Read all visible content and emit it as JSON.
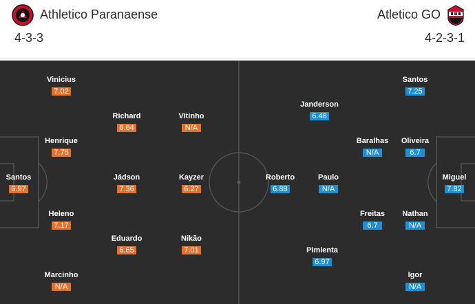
{
  "home": {
    "name": "Athletico Paranaense",
    "formation": "4-3-3",
    "logo_icon": "athletico-paranaense-crest",
    "accent": "#e8702a",
    "players": [
      {
        "name": "Santos",
        "rating": "6.97"
      },
      {
        "name": "Vinicius",
        "rating": "7.02"
      },
      {
        "name": "Henrique",
        "rating": "7.75"
      },
      {
        "name": "Heleno",
        "rating": "7.17"
      },
      {
        "name": "Marcinho",
        "rating": "N/A"
      },
      {
        "name": "Richard",
        "rating": "6.84"
      },
      {
        "name": "Jádson",
        "rating": "7.36"
      },
      {
        "name": "Eduardo",
        "rating": "6.65"
      },
      {
        "name": "Vitinho",
        "rating": "N/A"
      },
      {
        "name": "Kayzer",
        "rating": "6.27"
      },
      {
        "name": "Nikão",
        "rating": "7.01"
      }
    ]
  },
  "away": {
    "name": "Atletico GO",
    "formation": "4-2-3-1",
    "logo_icon": "atletico-go-crest",
    "accent": "#1f8fd6",
    "players": [
      {
        "name": "Miguel",
        "rating": "7.82"
      },
      {
        "name": "Santos",
        "rating": "7.25"
      },
      {
        "name": "Oliveira",
        "rating": "6.7"
      },
      {
        "name": "Nathan",
        "rating": "N/A"
      },
      {
        "name": "Igor",
        "rating": "N/A"
      },
      {
        "name": "Baralhas",
        "rating": "N/A"
      },
      {
        "name": "Freitas",
        "rating": "6.7"
      },
      {
        "name": "Janderson",
        "rating": "6.48"
      },
      {
        "name": "Paulo",
        "rating": "N/A"
      },
      {
        "name": "Pimienta",
        "rating": "6.97"
      },
      {
        "name": "Roberto",
        "rating": "6.88"
      }
    ]
  },
  "pitch_color": "#2c2c2c"
}
